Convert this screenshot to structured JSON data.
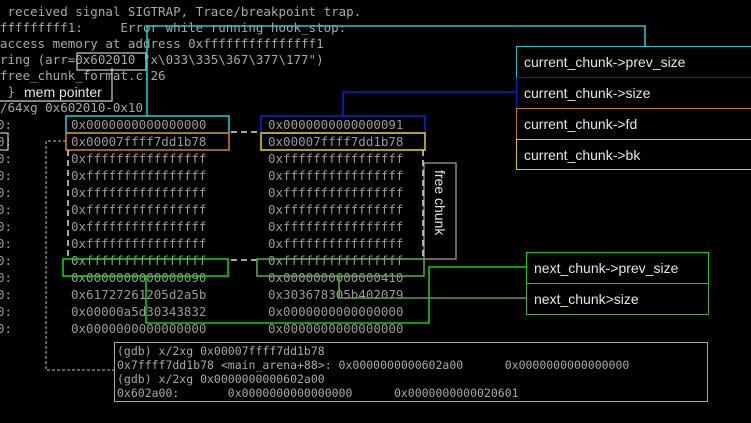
{
  "terminal": {
    "header_lines": [
      " received signal SIGTRAP, Trace/breakpoint trap.",
      "fffffffff1:     Error while running hook_stop:",
      "access memory at address 0xfffffffffffffff1",
      "ring (arr=0x602010 \"x\\033\\335\\367\\377\\177\")",
      "free_chunk_format.c:26",
      " }",
      "/64xg 0x602010-0x10"
    ],
    "highlighted_address": "0x602010",
    "row_labels": [
      "0:",
      "0:",
      "0:",
      "0:",
      "0:",
      "0:",
      "0:",
      "0:",
      "0:",
      "0:",
      "0:",
      "0:",
      "0:"
    ]
  },
  "memory": {
    "col1": [
      "0x0000000000000000",
      "0x00007ffff7dd1b78",
      "0xffffffffffffffff",
      "0xffffffffffffffff",
      "0xffffffffffffffff",
      "0xffffffffffffffff",
      "0xffffffffffffffff",
      "0xffffffffffffffff",
      "0xffffffffffffffff",
      "0x0000000000000090",
      "0x61727261205d2a5b",
      "0x00000a5d30343832",
      "0x0000000000000000"
    ],
    "col2": [
      "0x0000000000000091",
      "0x00007ffff7dd1b78",
      "0xffffffffffffffff",
      "0xffffffffffffffff",
      "0xffffffffffffffff",
      "0xffffffffffffffff",
      "0xffffffffffffffff",
      "0xffffffffffffffff",
      "0xffffffffffffffff",
      "0x0000000000000410",
      "0x303678305b402079",
      "0x0000000000000000",
      "0x0000000000000000"
    ]
  },
  "annotations": {
    "mem_pointer": "mem pointer",
    "free_chunk": "free chunk",
    "current_prev_size": "current_chunk->prev_size",
    "current_size": "current_chunk->size",
    "current_fd": "current_chunk->fd",
    "current_bk": "current_chunk->bk",
    "next_prev_size": "next_chunk->prev_size",
    "next_size": "next_chunk>size"
  },
  "gdb_output": {
    "lines": [
      "(gdb) x/2xg 0x00007ffff7dd1b78",
      "0x7ffff7dd1b78 <main_arena+88>: 0x0000000000602a00      0x0000000000000000",
      "(gdb) x/2xg 0x0000000000602a00",
      "0x602a00:       0x0000000000000000      0x0000000000020601"
    ]
  },
  "colors": {
    "cyan": "#1fc4cc",
    "blue": "#1020c8",
    "orange": "#c87a18",
    "yellow": "#d8c818",
    "green_bright": "#18c818",
    "green_dim": "#58a048"
  }
}
